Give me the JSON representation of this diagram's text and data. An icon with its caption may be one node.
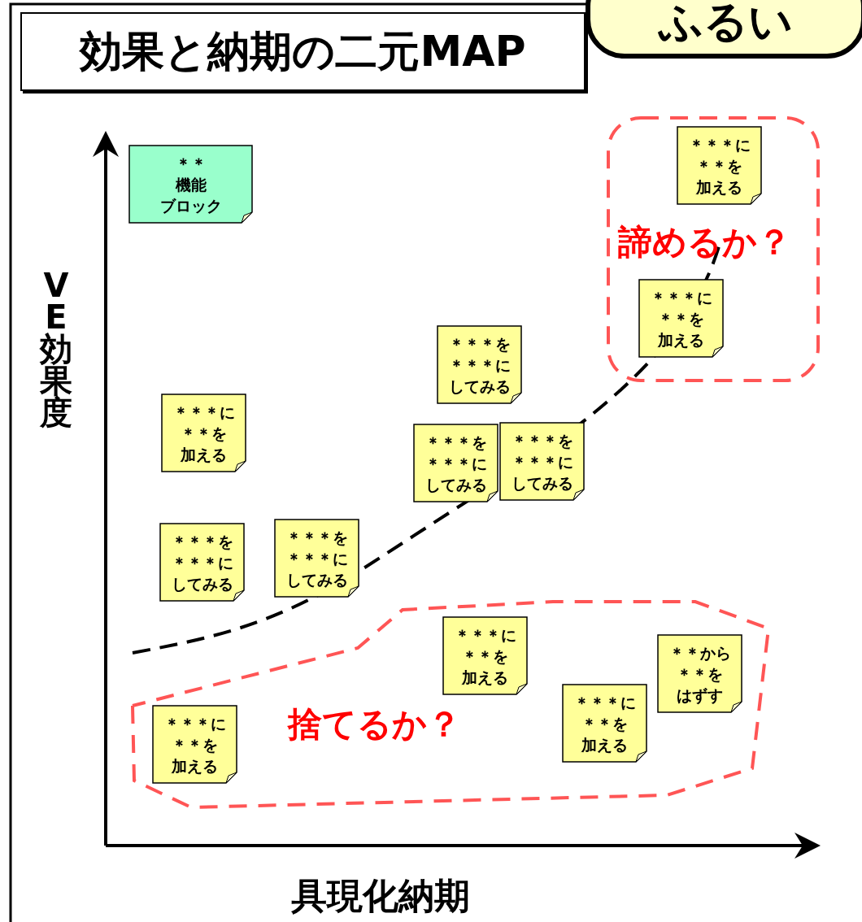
{
  "diagram": {
    "nodes": [
      {
        "text": [
          "効果と納期の二元MAP"
        ]
      },
      {
        "text": [
          "ふるい"
        ]
      },
      {
        "text": [
          "＊＊機能ブロック"
        ]
      },
      {
        "text": [
          "諦めるか？"
        ]
      },
      {
        "text": [
          "＊＊＊に＊＊を加える"
        ],
        "in": 3
      },
      {
        "text": [
          "＊＊＊に＊＊を加える"
        ],
        "in": 3
      },
      {
        "text": [
          "＊＊＊を＊＊＊にしてみる"
        ]
      },
      {
        "text": [
          "＊＊＊に＊＊を加える"
        ]
      },
      {
        "text": [
          "＊＊＊を＊＊＊にしてみる"
        ]
      },
      {
        "text": [
          "＊＊＊を＊＊＊にしてみる"
        ]
      },
      {
        "text": [
          "＊＊＊を＊＊＊にしてみる"
        ]
      },
      {
        "text": [
          "＊＊＊を＊＊＊にしてみる"
        ]
      },
      {
        "text": [
          "捨てるか？"
        ]
      },
      {
        "text": [
          "＊＊＊に＊＊を加える"
        ],
        "in": 12
      },
      {
        "text": [
          "＊＊から＊＊をはずす"
        ],
        "in": 12
      },
      {
        "text": [
          "＊＊＊に＊＊を加える"
        ],
        "in": 12
      },
      {
        "text": [
          "＊＊＊に＊＊を加える"
        ],
        "in": 12
      }
    ],
    "labels": [
      "VE効果度",
      "具現化納期"
    ]
  }
}
